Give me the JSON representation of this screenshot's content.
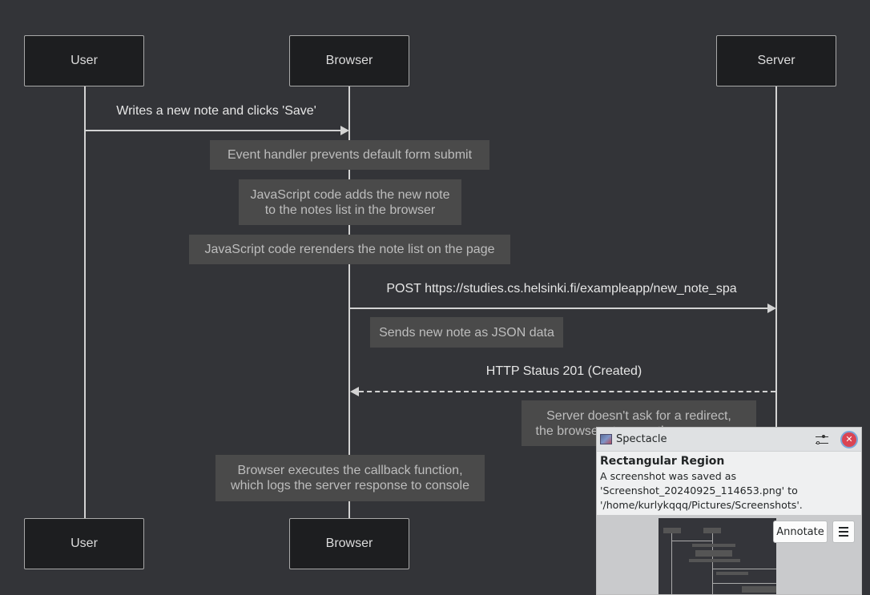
{
  "actors_top": [
    "User",
    "Browser",
    "Server"
  ],
  "actors_bottom": [
    "User",
    "Browser"
  ],
  "messages": [
    "Writes a new note and clicks 'Save'",
    "POST https://studies.cs.helsinki.fi/exampleapp/new_note_spa",
    "HTTP Status 201 (Created)"
  ],
  "notes": [
    "Event handler prevents default form submit",
    "JavaScript code adds the new note\nto the notes list in the browser",
    "JavaScript code rerenders the note list on the page",
    "Sends new note as JSON data",
    "Server doesn't ask for a redirect,\nthe browser stays on the same page",
    "Browser executes the callback function,\nwhich logs the server response to console"
  ],
  "notification": {
    "app_name": "Spectacle",
    "title": "Rectangular Region",
    "text": "A screenshot was saved as 'Screenshot_20240925_114653.png' to '/home/kurlykqqq/Pictures/Screenshots'.",
    "annotate_label": "Annotate",
    "icons": [
      "spectacle-app-icon",
      "settings-icon",
      "close-icon",
      "hamburger-menu-icon"
    ]
  },
  "colors": {
    "background": "#333438",
    "actor_fill": "#1d1e20",
    "note_fill": "#4a4a4a",
    "close_button": "#da4453"
  }
}
